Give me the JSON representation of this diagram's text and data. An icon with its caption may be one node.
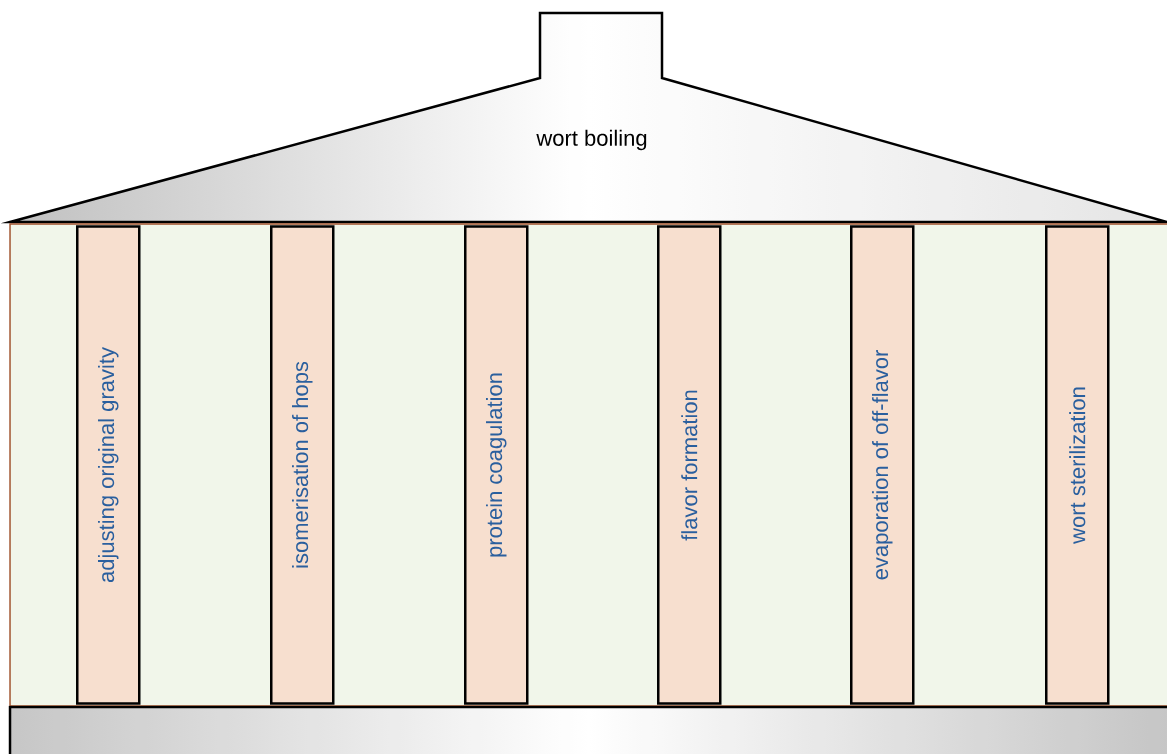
{
  "diagram": {
    "nodes": [
      {
        "text": [
          "wort boiling"
        ]
      },
      {
        "text": [],
        "shape": "box"
      },
      {
        "text": [
          "adjusting original gravity"
        ],
        "in": 1
      },
      {
        "text": [
          "isomerisation of hops"
        ],
        "in": 1
      },
      {
        "text": [
          "protein coagulation"
        ],
        "in": 1
      },
      {
        "text": [
          "flavor formation"
        ],
        "in": 1
      },
      {
        "text": [
          "evaporation of off-flavor"
        ],
        "in": 1
      },
      {
        "text": [
          "wort sterilization"
        ],
        "in": 1
      },
      {
        "text": [],
        "shape": "bar"
      }
    ]
  }
}
